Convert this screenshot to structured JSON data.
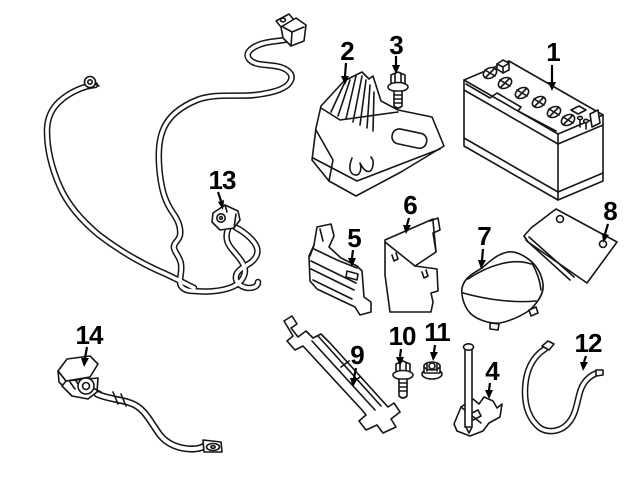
{
  "colors": {
    "background": "#ffffff",
    "line": "#161616",
    "text": "#000000"
  },
  "callouts": [
    {
      "number": "1"
    },
    {
      "number": "2"
    },
    {
      "number": "3"
    },
    {
      "number": "4"
    },
    {
      "number": "5"
    },
    {
      "number": "6"
    },
    {
      "number": "7"
    },
    {
      "number": "8"
    },
    {
      "number": "9"
    },
    {
      "number": "10"
    },
    {
      "number": "11"
    },
    {
      "number": "12"
    },
    {
      "number": "13"
    },
    {
      "number": "14"
    }
  ]
}
